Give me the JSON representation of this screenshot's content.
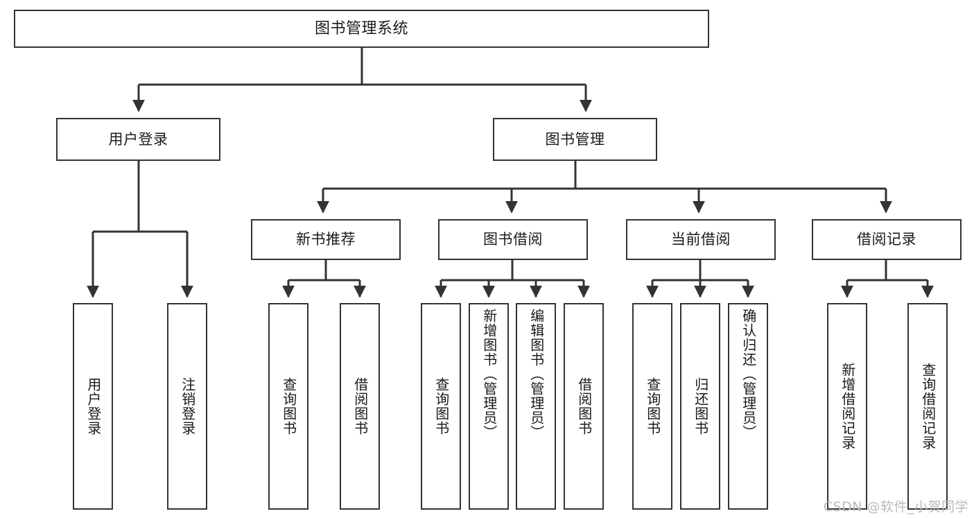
{
  "diagram": {
    "type": "tree-hierarchy",
    "title": "图书管理系统",
    "watermark": "CSDN @软件_小贺同学",
    "colors": {
      "box_border": "#333333",
      "box_fill": "#ffffff",
      "connector": "#333333",
      "text": "#1a1a1a",
      "watermark": "#b9b9b9",
      "background": "#ffffff"
    },
    "levels": {
      "root": [
        "图书管理系统"
      ],
      "level2": [
        "用户登录",
        "图书管理"
      ],
      "level3": [
        "新书推荐",
        "图书借阅",
        "当前借阅",
        "借阅记录"
      ]
    },
    "nodes": {
      "root": {
        "label": "图书管理系统"
      },
      "user_login": {
        "label": "用户登录"
      },
      "book_manage": {
        "label": "图书管理"
      },
      "new_book_rec": {
        "label": "新书推荐"
      },
      "book_borrow": {
        "label": "图书借阅"
      },
      "current_borrow": {
        "label": "当前借阅"
      },
      "borrow_record": {
        "label": "借阅记录"
      },
      "leaf_user_login": {
        "label": "用户登录"
      },
      "leaf_logout_login": {
        "label": "注销登录"
      },
      "leaf_query_book_1": {
        "label": "查询图书"
      },
      "leaf_borrow_book_1": {
        "label": "借阅图书"
      },
      "leaf_query_book_2": {
        "label": "查询图书"
      },
      "leaf_add_book_admin": {
        "label": "新增图书（管理员）"
      },
      "leaf_edit_book_admin": {
        "label": "编辑图书（管理员）"
      },
      "leaf_borrow_book_2": {
        "label": "借阅图书"
      },
      "leaf_query_book_3": {
        "label": "查询图书"
      },
      "leaf_return_book": {
        "label": "归还图书"
      },
      "leaf_confirm_return_admin": {
        "label": "确认归还（管理员）"
      },
      "leaf_add_borrow_record": {
        "label": "新增借阅记录"
      },
      "leaf_query_borrow_record": {
        "label": "查询借阅记录"
      }
    },
    "edges": [
      {
        "from": "root",
        "to": "user_login"
      },
      {
        "from": "root",
        "to": "book_manage"
      },
      {
        "from": "user_login",
        "to": "leaf_user_login"
      },
      {
        "from": "user_login",
        "to": "leaf_logout_login"
      },
      {
        "from": "book_manage",
        "to": "new_book_rec"
      },
      {
        "from": "book_manage",
        "to": "book_borrow"
      },
      {
        "from": "book_manage",
        "to": "current_borrow"
      },
      {
        "from": "book_manage",
        "to": "borrow_record"
      },
      {
        "from": "new_book_rec",
        "to": "leaf_query_book_1"
      },
      {
        "from": "new_book_rec",
        "to": "leaf_borrow_book_1"
      },
      {
        "from": "book_borrow",
        "to": "leaf_query_book_2"
      },
      {
        "from": "book_borrow",
        "to": "leaf_add_book_admin"
      },
      {
        "from": "book_borrow",
        "to": "leaf_edit_book_admin"
      },
      {
        "from": "book_borrow",
        "to": "leaf_borrow_book_2"
      },
      {
        "from": "current_borrow",
        "to": "leaf_query_book_3"
      },
      {
        "from": "current_borrow",
        "to": "leaf_return_book"
      },
      {
        "from": "current_borrow",
        "to": "leaf_confirm_return_admin"
      },
      {
        "from": "borrow_record",
        "to": "leaf_add_borrow_record"
      },
      {
        "from": "borrow_record",
        "to": "leaf_query_borrow_record"
      }
    ]
  }
}
